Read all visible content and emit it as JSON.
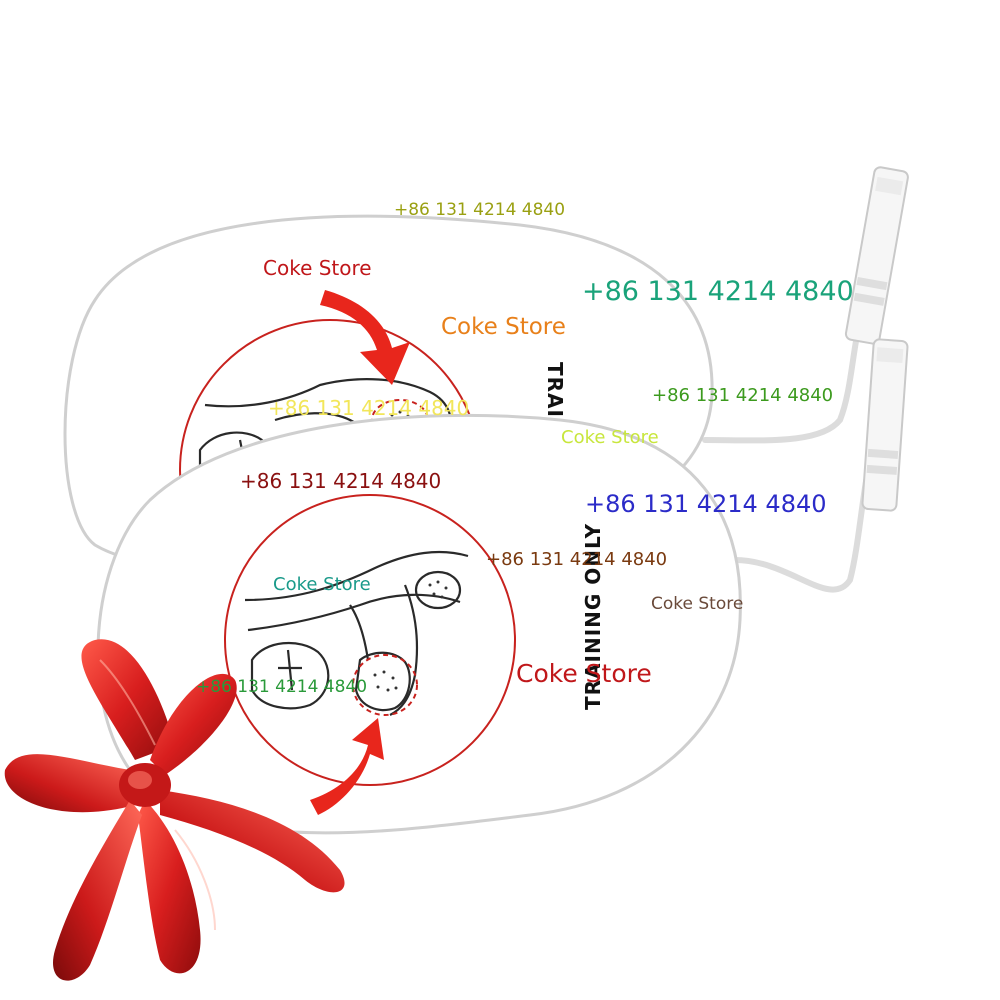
{
  "pads": {
    "back_label": "TRAINING ONLY",
    "front_label": "TRAINING ONLY"
  },
  "watermarks": [
    {
      "text": "+86 131 4214 4840",
      "color": "#9aa012"
    },
    {
      "text": "Coke Store",
      "color": "#c0171a"
    },
    {
      "text": "+86 131 4214 4840",
      "color": "#1aa37a"
    },
    {
      "text": "Coke Store",
      "color": "#e8801a"
    },
    {
      "text": "+86 131 4214 4840",
      "color": "#3c9a1e"
    },
    {
      "text": "+86 131 4214 4840",
      "color": "#f2e65a"
    },
    {
      "text": "Coke Store",
      "color": "#c8e63c"
    },
    {
      "text": "+86 131 4214 4840",
      "color": "#8a1010"
    },
    {
      "text": "+86 131 4214 4840",
      "color": "#2b2bc8"
    },
    {
      "text": "+86 131 4214 4840",
      "color": "#7a3a10"
    },
    {
      "text": "Coke Store",
      "color": "#1a9a8a"
    },
    {
      "text": "Coke Store",
      "color": "#6a4a3a"
    },
    {
      "text": "Coke Store",
      "color": "#c0171a"
    },
    {
      "text": "+86 131 4214 4840",
      "color": "#2a9a3a"
    }
  ],
  "colors": {
    "pad_fill": "#ffffff",
    "pad_outline": "#c8c8c8",
    "placement_circle": "#c8221e",
    "arrow": "#e8261c",
    "drawing_line": "#2a2a2a",
    "bow": "#d81e1e"
  }
}
